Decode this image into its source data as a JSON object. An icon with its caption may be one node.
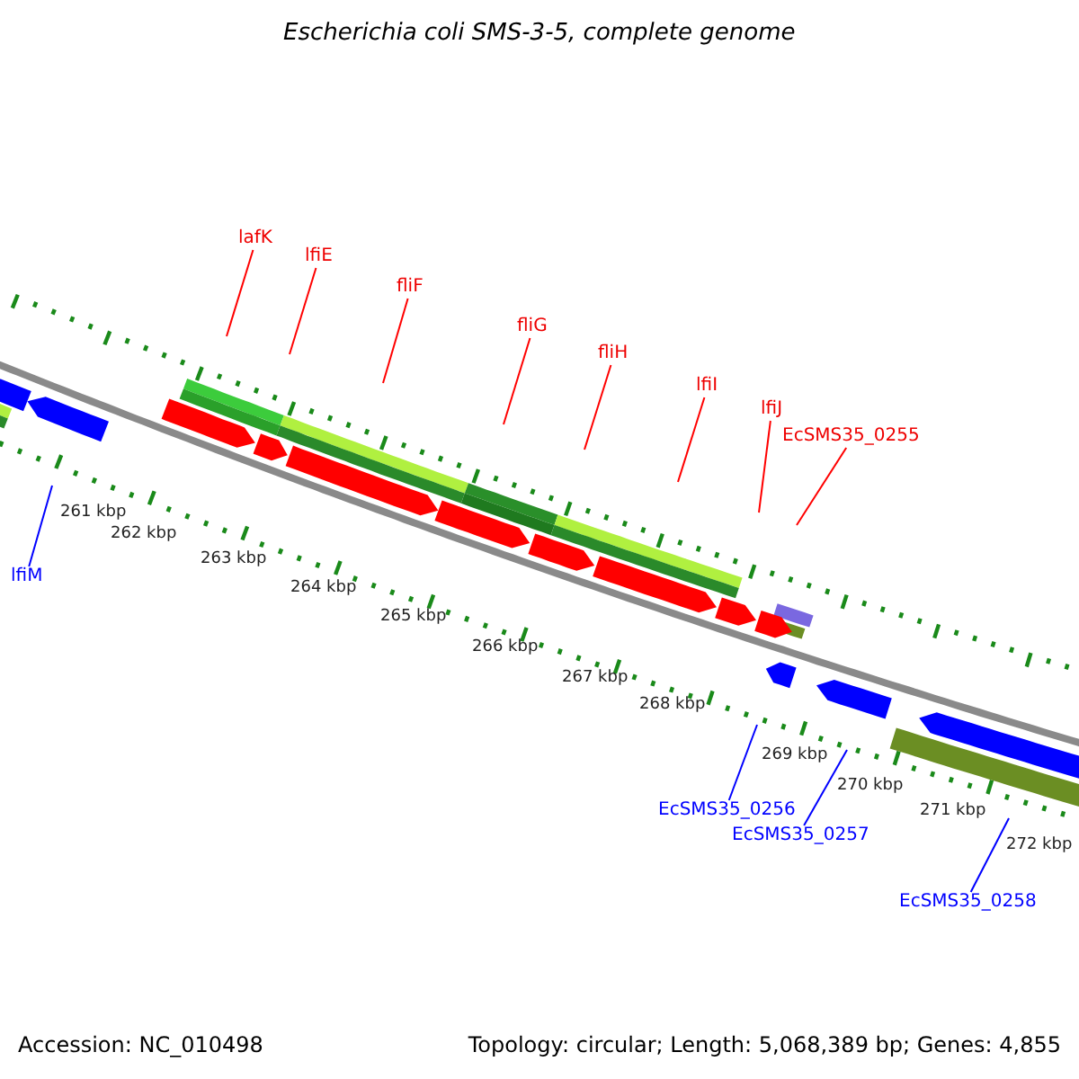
{
  "diagram": {
    "title": "Escherichia coli SMS-3-5, complete genome",
    "nodes": [
      {
        "text": [
          "lafK"
        ]
      },
      {
        "text": [
          "lfiE"
        ]
      },
      {
        "text": [
          "fliF"
        ]
      },
      {
        "text": [
          "fliG"
        ]
      },
      {
        "text": [
          "fliH"
        ]
      },
      {
        "text": [
          "lfiI"
        ]
      },
      {
        "text": [
          "lfiJ"
        ]
      },
      {
        "text": [
          "EcSMS35_0255"
        ]
      },
      {
        "text": [
          "lfiM"
        ]
      },
      {
        "text": [
          "EcSMS35_0256"
        ]
      },
      {
        "text": [
          "EcSMS35_0257"
        ]
      },
      {
        "text": [
          "EcSMS35_0258"
        ]
      }
    ],
    "edges": [
      {
        "from": 0,
        "to": null,
        "arrow": "none"
      },
      {
        "from": 1,
        "to": null,
        "arrow": "none"
      },
      {
        "from": 2,
        "to": null,
        "arrow": "none"
      },
      {
        "from": 3,
        "to": null,
        "arrow": "none"
      },
      {
        "from": 4,
        "to": null,
        "arrow": "none"
      },
      {
        "from": 5,
        "to": null,
        "arrow": "none"
      },
      {
        "from": 6,
        "to": null,
        "arrow": "none"
      },
      {
        "from": 7,
        "to": null,
        "arrow": "none"
      },
      {
        "from": 8,
        "to": null,
        "arrow": "none",
        "color": "#0000ff"
      },
      {
        "from": 9,
        "to": null,
        "arrow": "none",
        "color": "#0000ff"
      },
      {
        "from": 10,
        "to": null,
        "arrow": "none",
        "color": "#0000ff"
      },
      {
        "from": 11,
        "to": null,
        "arrow": "none",
        "color": "#0000ff"
      }
    ],
    "labels": [
      "261 kbp",
      "262 kbp",
      "263 kbp",
      "264 kbp",
      "265 kbp",
      "266 kbp",
      "267 kbp",
      "268 kbp",
      "269 kbp",
      "270 kbp",
      "271 kbp",
      "272 kbp",
      "Accession: NC_010498",
      "Topology: circular; Length: 5,068,389 bp; Genes: 4,855"
    ]
  }
}
